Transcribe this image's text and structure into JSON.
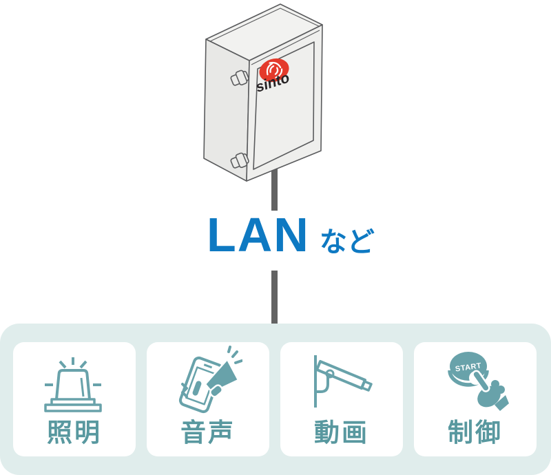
{
  "cabinet": {
    "brand": "sinto",
    "description": "outdoor control box enclosure with sinto logo"
  },
  "connection": {
    "label_main": "LAN",
    "label_suffix": "など"
  },
  "panel": {
    "cards": [
      {
        "label": "照明",
        "icon": "beacon-light-icon"
      },
      {
        "label": "音声",
        "icon": "phone-megaphone-icon"
      },
      {
        "label": "動画",
        "icon": "security-camera-icon"
      },
      {
        "label": "制御",
        "icon": "start-button-icon",
        "icon_text": "START"
      }
    ]
  },
  "colors": {
    "accent_blue": "#0e79c2",
    "icon_teal": "#68a2aa",
    "label_teal": "#58989f",
    "panel_mint": "#e0edec",
    "connector_gray": "#636363",
    "logo_red": "#e43a2b",
    "box_outline": "#5a5b5d"
  }
}
